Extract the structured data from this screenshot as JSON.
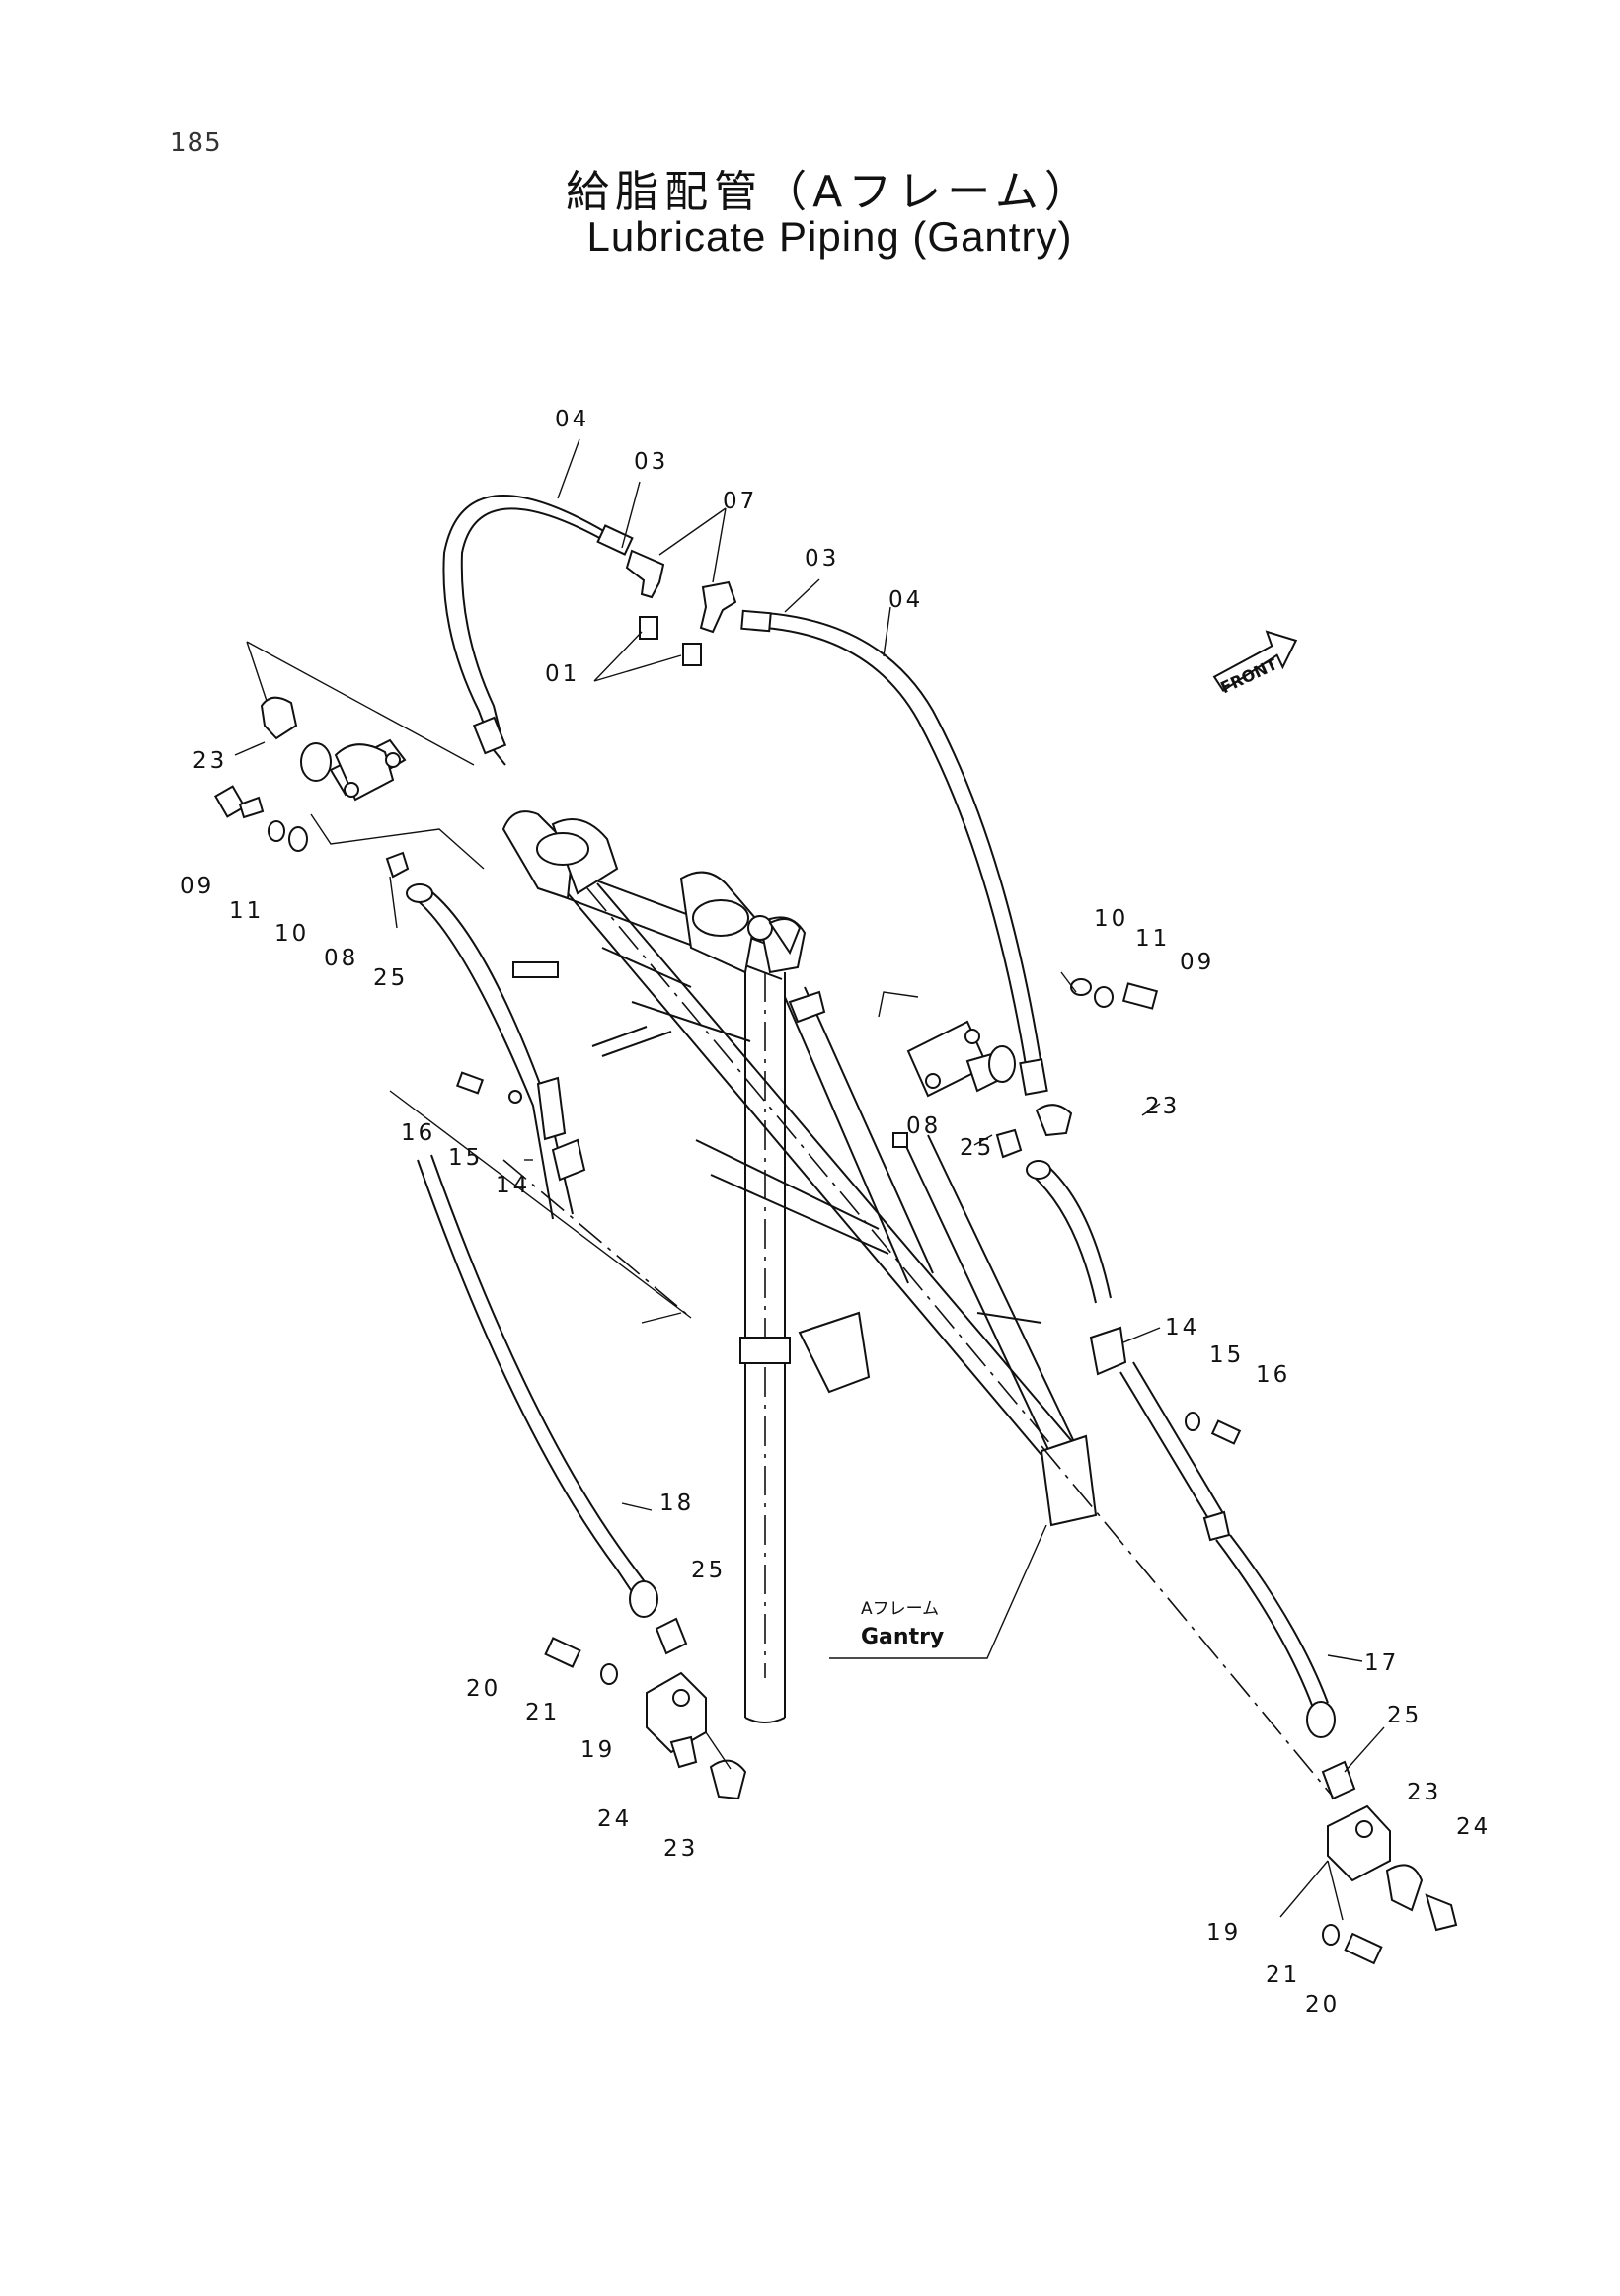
{
  "page_number": "185",
  "title_jp": "給脂配管（Aフレーム）",
  "title_en": "Lubricate Piping (Gantry)",
  "front_label": "FRONT",
  "gantry_label_jp": "Aフレーム",
  "gantry_label_en": "Gantry",
  "part_labels": [
    "04",
    "03",
    "07",
    "03",
    "04",
    "01",
    "23",
    "09",
    "11",
    "10",
    "08",
    "25",
    "10",
    "11",
    "09",
    "23",
    "08",
    "25",
    "16",
    "15",
    "14",
    "14",
    "15",
    "16",
    "18",
    "25",
    "20",
    "21",
    "19",
    "24",
    "23",
    "17",
    "25",
    "23",
    "24",
    "19",
    "21",
    "20"
  ]
}
